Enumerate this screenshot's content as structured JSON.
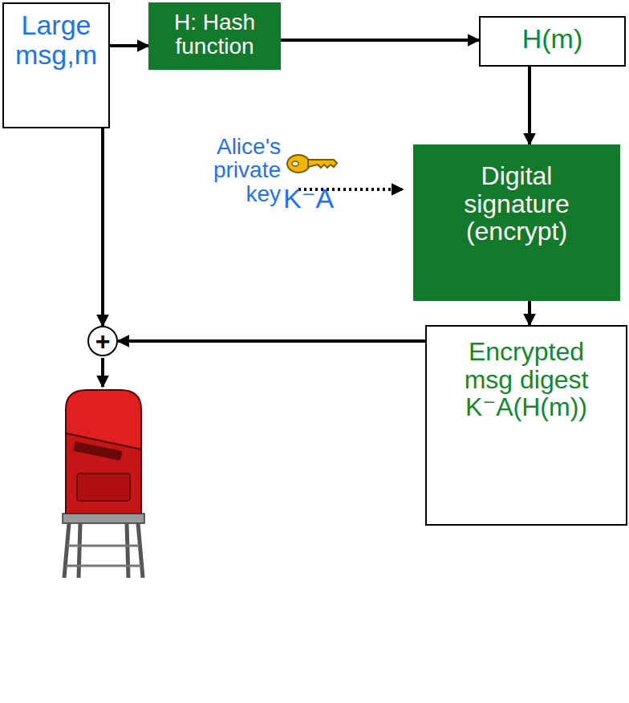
{
  "diagram": {
    "nodes": [
      {
        "text": [
          "Large msg,m"
        ]
      },
      {
        "text": [
          "H: Hash function"
        ]
      },
      {
        "text": [
          "H(m)"
        ]
      },
      {
        "text": [
          "Digital signature (encrypt)"
        ]
      },
      {
        "text": [
          "Encrypted msg digest",
          "K⁻A(H(m))"
        ]
      },
      {
        "text": [
          "+"
        ]
      }
    ],
    "edges": [
      {
        "from": 0,
        "to": 1,
        "arrow": "to"
      },
      {
        "from": 1,
        "to": 2,
        "arrow": "to"
      },
      {
        "from": 2,
        "to": 3,
        "arrow": "to"
      },
      {
        "from": 3,
        "to": 4,
        "arrow": "to"
      },
      {
        "from": 0,
        "to": 5,
        "arrow": "to"
      },
      {
        "from": 4,
        "to": 5,
        "arrow": "to"
      }
    ],
    "labels": [
      "Alice's private key",
      "K⁻A"
    ]
  }
}
